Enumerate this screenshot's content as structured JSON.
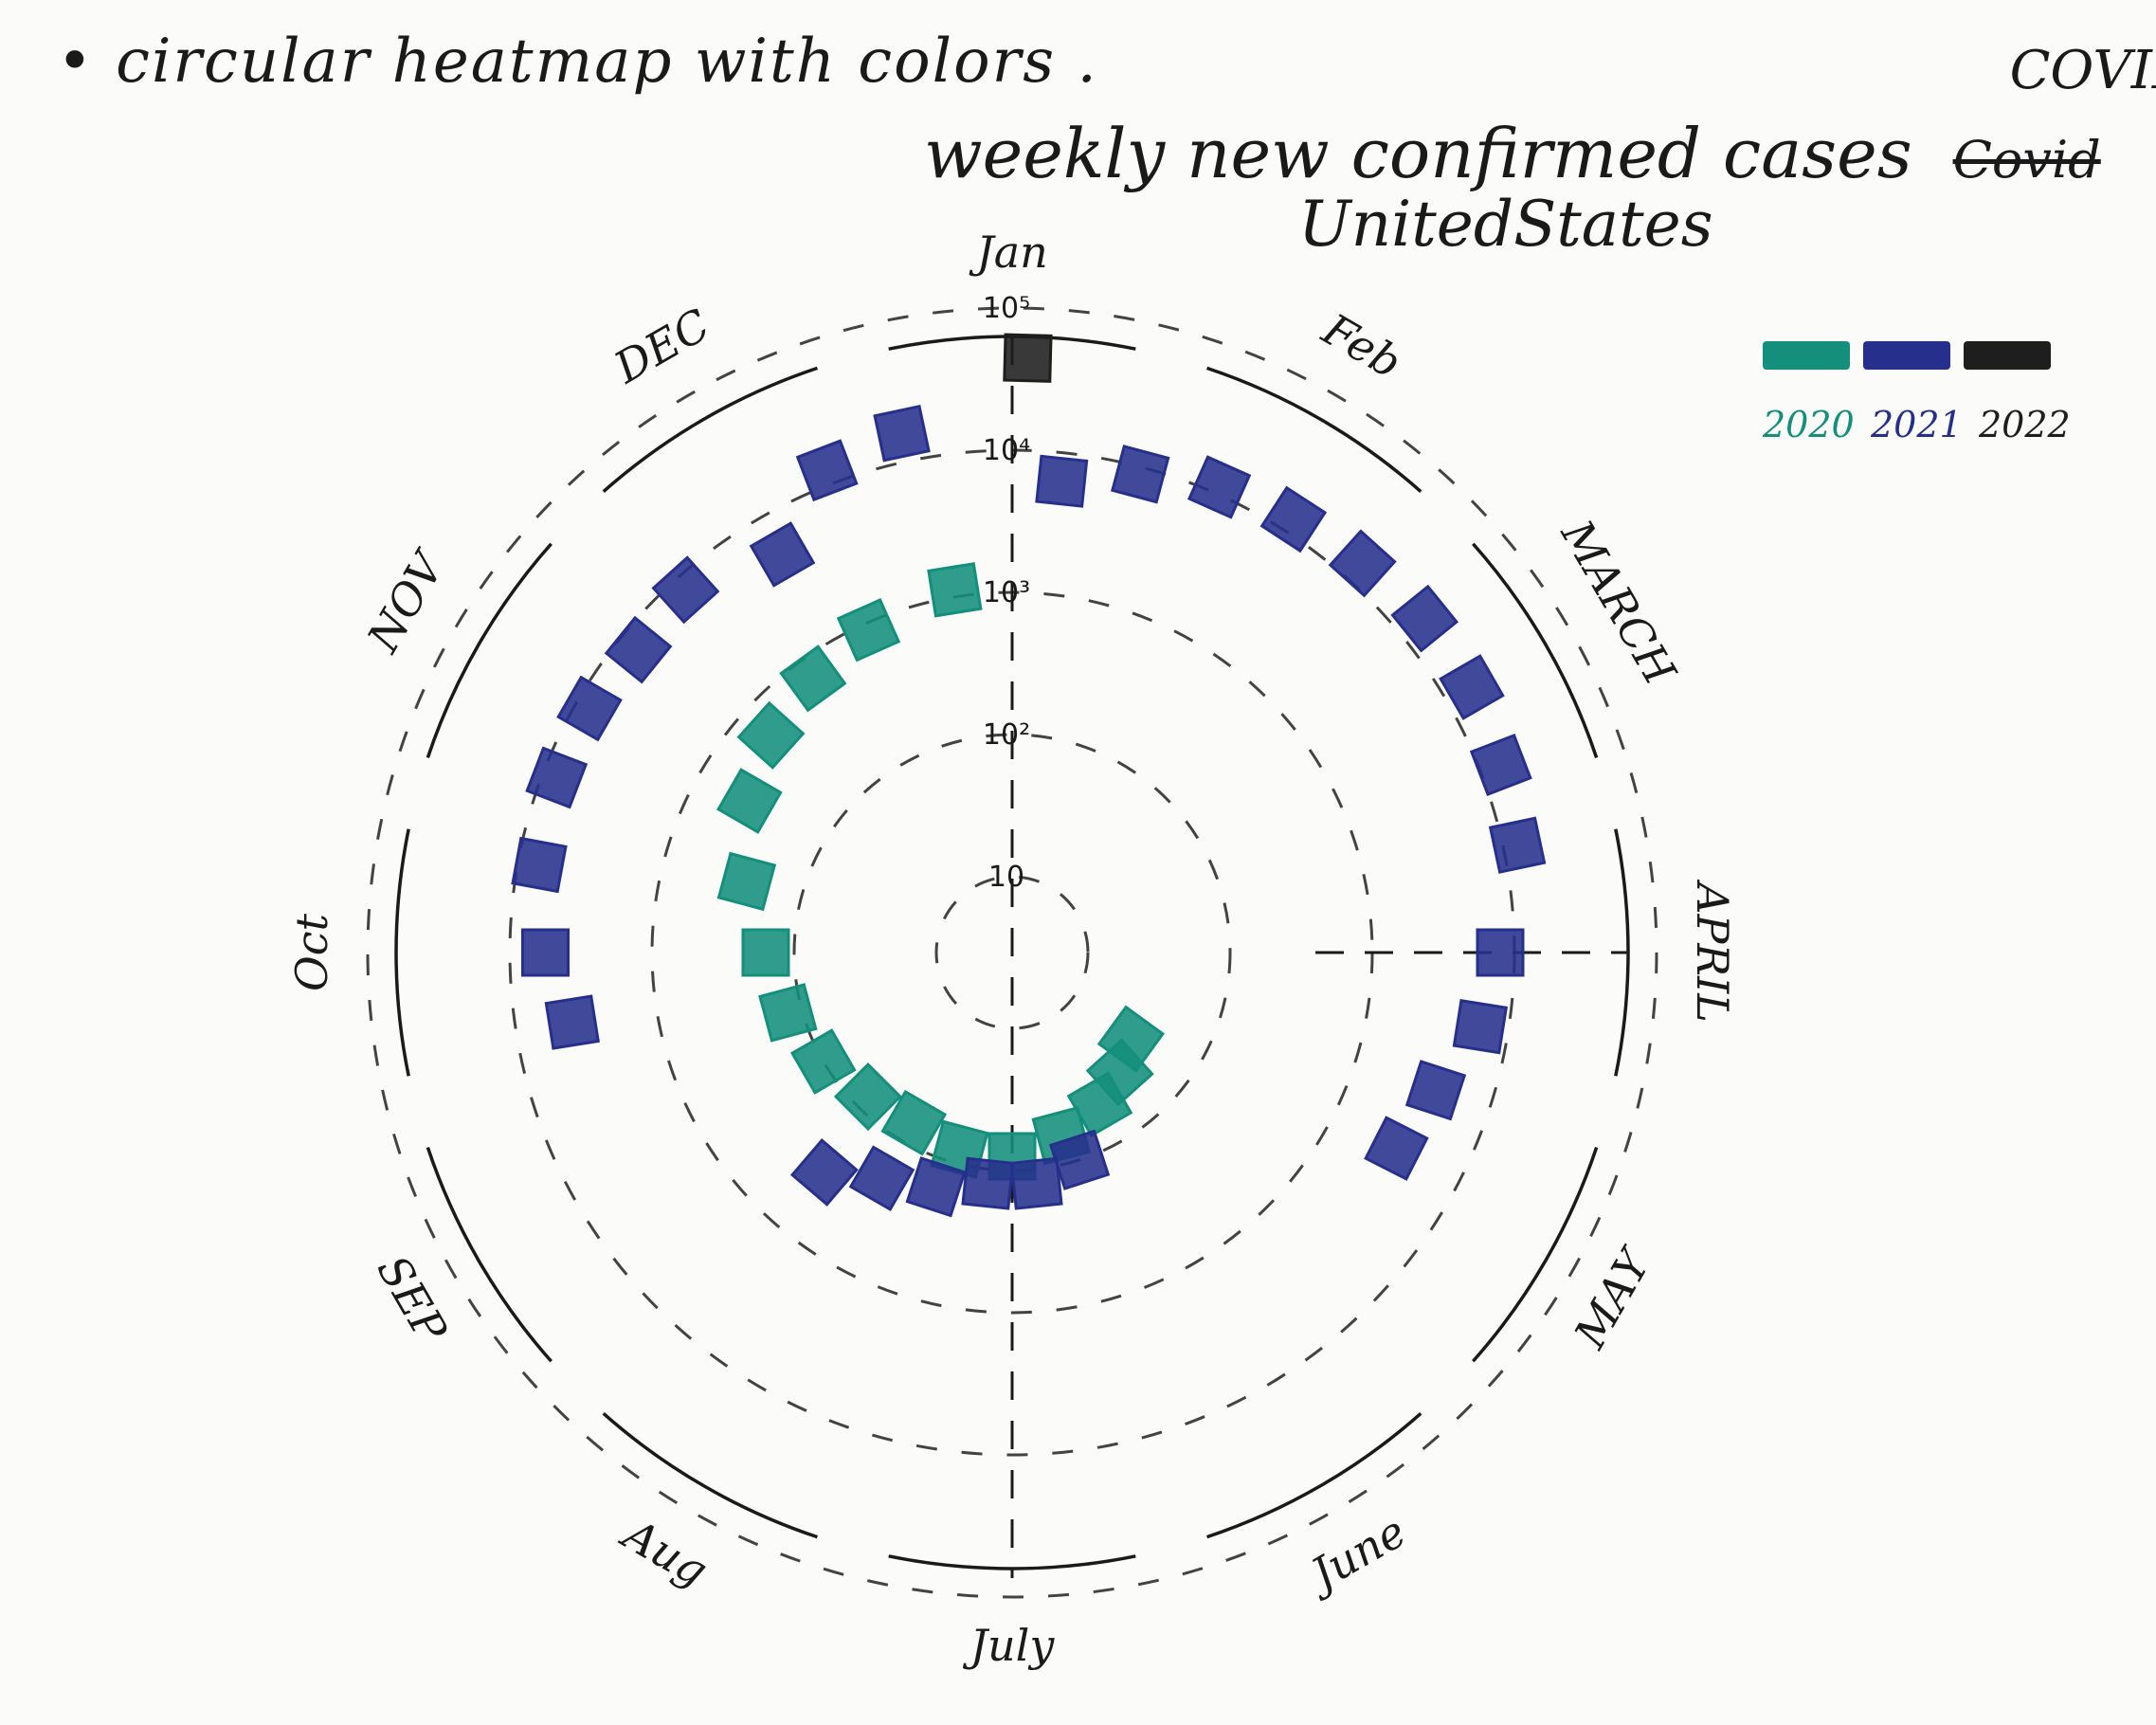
{
  "note": "circular heatmap with colors .",
  "title": {
    "main": "weekly new confirmed cases",
    "covid_word": "COVID",
    "struck_word": "Covid"
  },
  "subtitle": "UnitedStates",
  "legend": {
    "items": [
      {
        "label": "2020",
        "color": "#138f7c"
      },
      {
        "label": "2021",
        "color": "#26308c"
      },
      {
        "label": "2022",
        "color": "#1e1e1e"
      }
    ]
  },
  "chart_data": {
    "type": "heatmap",
    "form": "circular spiral (one ring turn per year, angle = month, radius = log scale of cases)",
    "title": "weekly new confirmed cases COVID",
    "subtitle": "UnitedStates",
    "months": [
      "Jan",
      "Feb",
      "MARCH",
      "APRIL",
      "MAY",
      "June",
      "July",
      "Aug",
      "SEP",
      "Oct",
      "NOV",
      "DEC"
    ],
    "radial_scale": "log",
    "radial_ticks": [
      "10",
      "10²",
      "10³",
      "10⁴",
      "10⁵"
    ],
    "grid": "dashed concentric rings",
    "legend_position": "top-right",
    "series": [
      {
        "name": "2020",
        "color": "#138f7c",
        "points": [
          {
            "month": 4.2,
            "cases_log10": 1.5
          },
          {
            "month": 4.6,
            "cases_log10": 1.6
          },
          {
            "month": 5.0,
            "cases_log10": 1.7
          },
          {
            "month": 5.5,
            "cases_log10": 1.8
          },
          {
            "month": 6.0,
            "cases_log10": 1.9
          },
          {
            "month": 6.5,
            "cases_log10": 1.9
          },
          {
            "month": 7.0,
            "cases_log10": 1.85
          },
          {
            "month": 7.5,
            "cases_log10": 1.9
          },
          {
            "month": 8.0,
            "cases_log10": 2.0
          },
          {
            "month": 8.5,
            "cases_log10": 2.1
          },
          {
            "month": 9.0,
            "cases_log10": 2.2
          },
          {
            "month": 9.5,
            "cases_log10": 2.4
          },
          {
            "month": 10.0,
            "cases_log10": 2.6
          },
          {
            "month": 10.4,
            "cases_log10": 2.75
          },
          {
            "month": 10.8,
            "cases_log10": 2.85
          },
          {
            "month": 11.2,
            "cases_log10": 2.95
          },
          {
            "month": 11.7,
            "cases_log10": 3.05
          }
        ]
      },
      {
        "name": "2021",
        "color": "#26308c",
        "points": [
          {
            "month": 0.2,
            "cases_log10": 3.8
          },
          {
            "month": 0.5,
            "cases_log10": 3.95
          },
          {
            "month": 0.8,
            "cases_log10": 4.05
          },
          {
            "month": 1.1,
            "cases_log10": 4.1
          },
          {
            "month": 1.4,
            "cases_log10": 4.15
          },
          {
            "month": 1.7,
            "cases_log10": 4.2
          },
          {
            "month": 2.0,
            "cases_log10": 4.2
          },
          {
            "month": 2.3,
            "cases_log10": 4.15
          },
          {
            "month": 2.6,
            "cases_log10": 4.1
          },
          {
            "month": 3.0,
            "cases_log10": 3.9
          },
          {
            "month": 3.3,
            "cases_log10": 3.8
          },
          {
            "month": 3.6,
            "cases_log10": 3.6
          },
          {
            "month": 3.9,
            "cases_log10": 3.5
          },
          {
            "month": 5.4,
            "cases_log10": 2.0
          },
          {
            "month": 5.8,
            "cases_log10": 2.1
          },
          {
            "month": 6.2,
            "cases_log10": 2.1
          },
          {
            "month": 6.6,
            "cases_log10": 2.2
          },
          {
            "month": 7.0,
            "cases_log10": 2.3
          },
          {
            "month": 7.35,
            "cases_log10": 2.5
          },
          {
            "month": 8.7,
            "cases_log10": 3.6
          },
          {
            "month": 9.0,
            "cases_log10": 3.75
          },
          {
            "month": 9.35,
            "cases_log10": 3.85
          },
          {
            "month": 9.7,
            "cases_log10": 3.9
          },
          {
            "month": 10.0,
            "cases_log10": 3.9
          },
          {
            "month": 10.3,
            "cases_log10": 3.85
          },
          {
            "month": 10.6,
            "cases_log10": 3.9
          },
          {
            "month": 11.0,
            "cases_log10": 3.7
          },
          {
            "month": 11.3,
            "cases_log10": 4.1
          },
          {
            "month": 11.6,
            "cases_log10": 4.2
          }
        ]
      },
      {
        "name": "2022",
        "color": "#1e1e1e",
        "points": [
          {
            "month": 0.05,
            "cases_log10": 4.65
          }
        ]
      }
    ]
  }
}
